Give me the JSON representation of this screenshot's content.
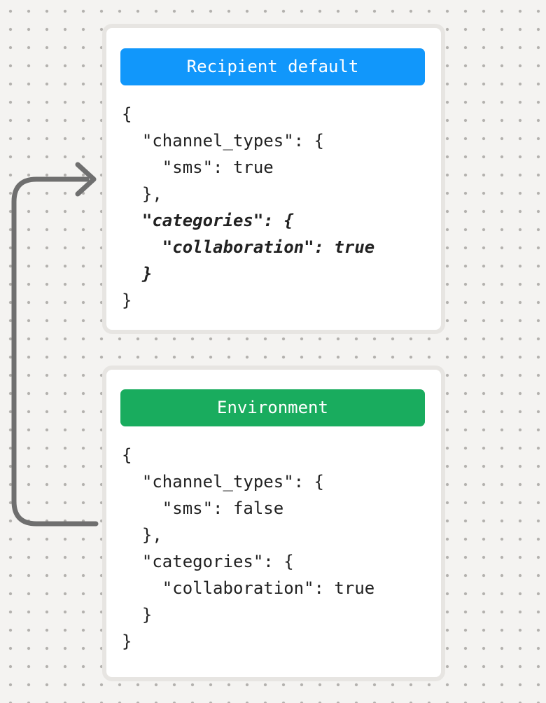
{
  "canvas": {
    "background_color": "#f4f3f1",
    "dot_color": "#b3b1ae",
    "arrow_color": "#6f6f6f"
  },
  "arrow": {
    "description": "gray curved connector starting beside the Environment card, running up the left edge and pointing right into the Recipient default card",
    "direction": "environment-to-recipient-default"
  },
  "cards": [
    {
      "title": "Recipient default",
      "header_color": "#1197fb",
      "code_lines": [
        "{",
        "  \"channel_types\": {",
        "    \"sms\": true",
        "  },",
        "  \"categories\": {",
        "    \"collaboration\": true",
        "  }",
        "}"
      ],
      "emphasized_line_indexes": [
        4,
        5,
        6
      ]
    },
    {
      "title": "Environment",
      "header_color": "#19ac5e",
      "code_lines": [
        "{",
        "  \"channel_types\": {",
        "    \"sms\": false",
        "  },",
        "  \"categories\": {",
        "    \"collaboration\": true",
        "  }",
        "}"
      ],
      "emphasized_line_indexes": []
    }
  ]
}
